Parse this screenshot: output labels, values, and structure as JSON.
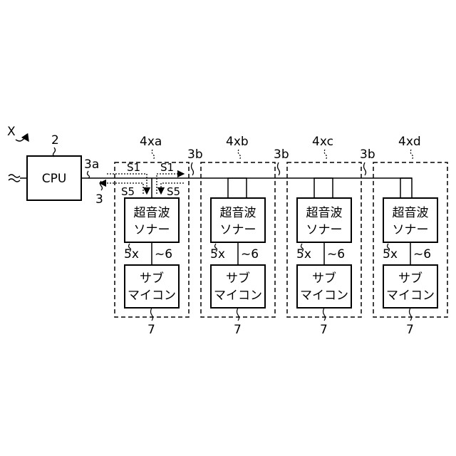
{
  "figure_label": "X",
  "cpu": {
    "ref": "2",
    "label": "CPU"
  },
  "bus": {
    "cpu_port_ref": "3a",
    "line_ref": "3",
    "branch_ref": "3b"
  },
  "signals": {
    "request": "S1",
    "response": "S5"
  },
  "modules": [
    {
      "ref": "4xa",
      "sonar_ref": "5x",
      "link_ref": "~6",
      "micro_ref": "7"
    },
    {
      "ref": "4xb",
      "sonar_ref": "5x",
      "link_ref": "~6",
      "micro_ref": "7"
    },
    {
      "ref": "4xc",
      "sonar_ref": "5x",
      "link_ref": "~6",
      "micro_ref": "7"
    },
    {
      "ref": "4xd",
      "sonar_ref": "5x",
      "link_ref": "~6",
      "micro_ref": "7"
    }
  ],
  "sonar_label": {
    "line1": "超音波",
    "line2": "ソナー"
  },
  "micro_label": {
    "line1": "サブ",
    "line2": "マイコン"
  }
}
